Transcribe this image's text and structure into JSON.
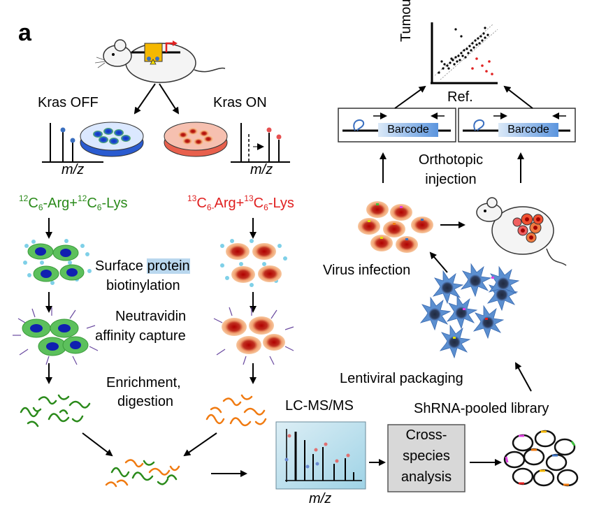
{
  "panel_label": "a",
  "left_column": {
    "kras_off": "Kras OFF",
    "kras_on": "Kras ON",
    "mz_left": "m/z",
    "mz_right": "m/z",
    "light_label": {
      "pre1": "12",
      "c1": "C",
      "sub1": "6",
      "mid": "-Arg+",
      "pre2": "12",
      "c2": "C",
      "sub2": "6",
      "end": "-Lys"
    },
    "heavy_label": {
      "pre1": "13",
      "c1": "C",
      "sub1": "6-",
      "mid": "Arg+",
      "pre2": "13",
      "c2": "C",
      "sub2": "6",
      "end": "-Lys"
    },
    "step1_a": "Surface ",
    "step1_b": "protein",
    "step1_c": "biotinylation",
    "step2_a": "Neutravidin",
    "step2_b": "affinity capture",
    "step3_a": "Enrichment,",
    "step3_b": "digestion"
  },
  "bottom_row": {
    "lcms": "LC-MS/MS",
    "mz": "m/z",
    "cross_species": [
      "Cross-",
      "species",
      "analysis"
    ],
    "library": "ShRNA-pooled library",
    "lentiviral": "Lentiviral packaging"
  },
  "right_column": {
    "virus_infection": "Virus infection",
    "orthotopic": [
      "Orthotopic",
      "injection"
    ],
    "barcode_left": "Barcode",
    "barcode_right": "Barcode",
    "axis_y": "Tumour",
    "axis_x": "Ref."
  },
  "colors": {
    "light_green": "#2a8a1a",
    "heavy_red": "#e02020",
    "dish_blue": "#3a7bd5",
    "dish_red": "#f08070",
    "virus_blue": "#4a7fc0",
    "barcode_blue": "#5b95de"
  }
}
